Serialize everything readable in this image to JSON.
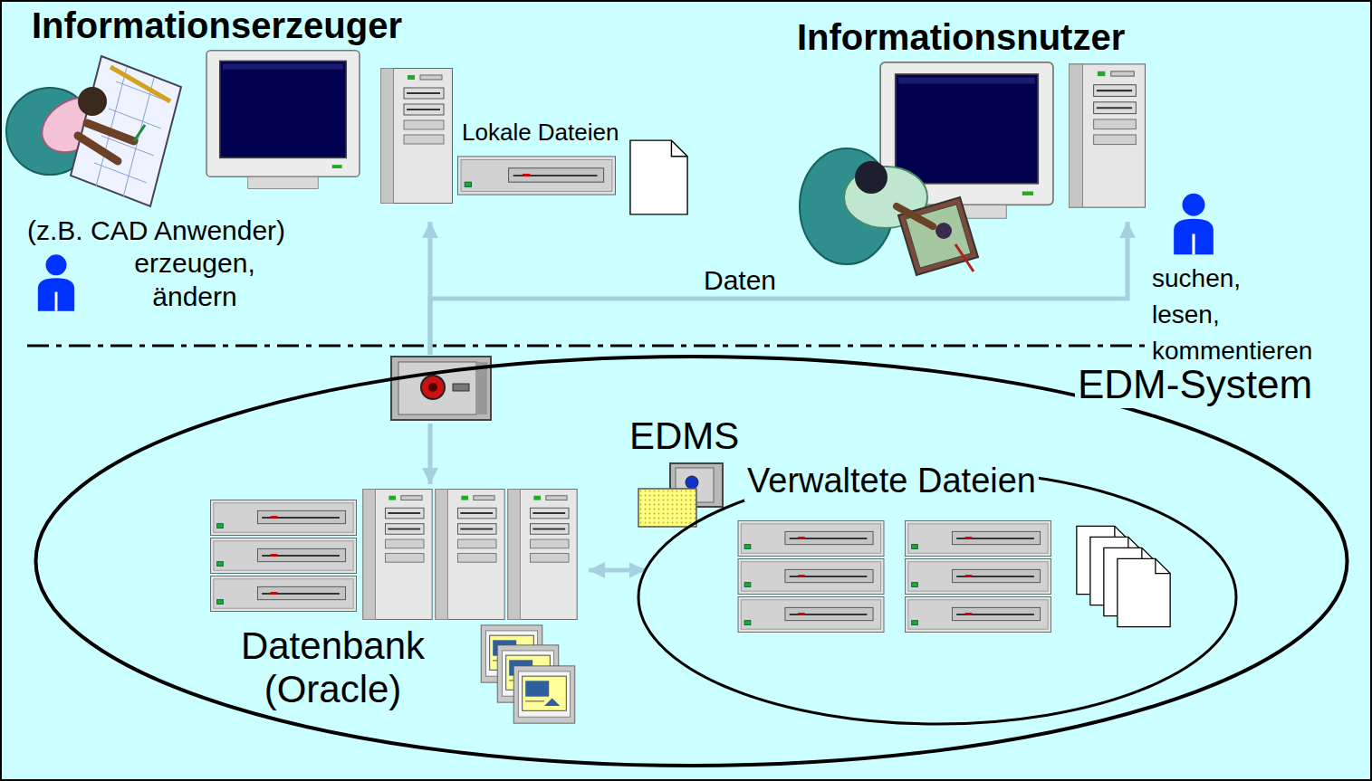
{
  "diagram": {
    "nodes": [
      {
        "text": [
          "Informationserzeuger"
        ]
      },
      {
        "text": [
          "Informationsnutzer"
        ]
      },
      {
        "text": [
          "EDM-System"
        ]
      },
      {
        "text": [
          "Datenbank (Oracle)"
        ],
        "in": 2
      },
      {
        "text": [
          "EDMS",
          "Verwaltete Dateien"
        ],
        "in": 2
      }
    ],
    "edges": [
      {
        "from": 2,
        "to": 0,
        "arrow": "to"
      },
      {
        "from": 2,
        "to": 1,
        "label": "Daten",
        "arrow": "to"
      },
      {
        "from": 2,
        "to": 3,
        "arrow": "to"
      },
      {
        "from": 3,
        "to": 4,
        "arrow": "both"
      }
    ],
    "labels": [
      "Lokale Dateien",
      "(z.B. CAD Anwender)",
      "erzeugen, ändern",
      "suchen, lesen, kommentieren"
    ]
  }
}
